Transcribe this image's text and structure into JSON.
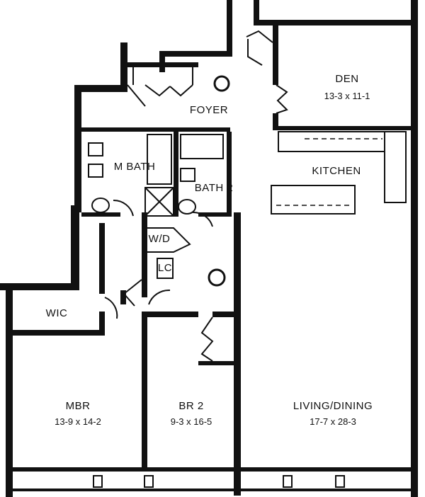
{
  "rooms": {
    "den": {
      "name": "DEN",
      "dims": "13-3 x 11-1"
    },
    "foyer": {
      "name": "FOYER"
    },
    "kitchen": {
      "name": "KITCHEN"
    },
    "m_bath": {
      "name": "M BATH"
    },
    "bath_2": {
      "name": "BATH 2"
    },
    "wd": {
      "name": "W/D"
    },
    "lc": {
      "name": "LC"
    },
    "wic": {
      "name": "WIC"
    },
    "mbr": {
      "name": "MBR",
      "dims": "13-9 x 14-2"
    },
    "br2": {
      "name": "BR 2",
      "dims": "9-3 x 16-5"
    },
    "living": {
      "name": "LIVING/DINING",
      "dims": "17-7 x 28-3"
    }
  }
}
